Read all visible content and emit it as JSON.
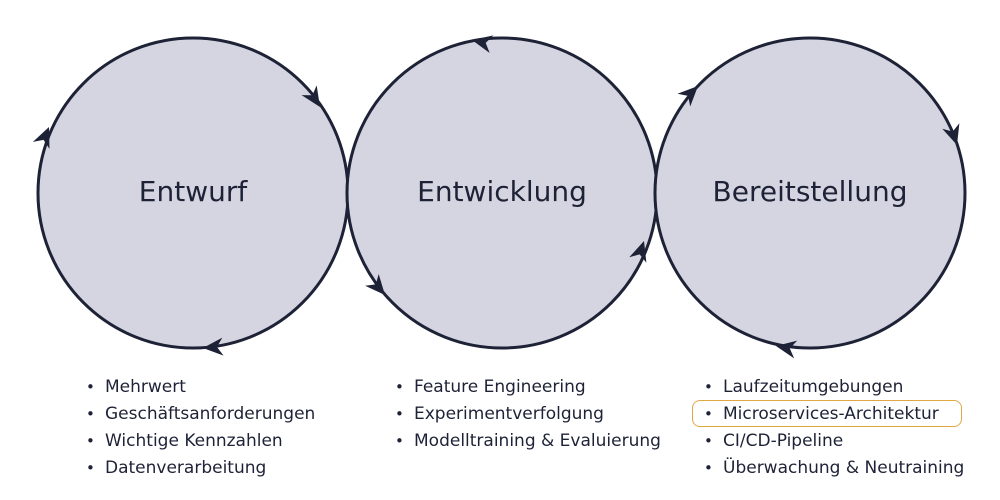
{
  "colors": {
    "circle_fill": "#d4d5e0",
    "circle_stroke": "#1e2236",
    "text": "#1e2236",
    "highlight": "#e0a845"
  },
  "phases": [
    {
      "title": "Entwurf",
      "items": [
        "Mehrwert",
        "Geschäftsanforderungen",
        "Wichtige Kennzahlen",
        "Datenverarbeitung"
      ]
    },
    {
      "title": "Entwicklung",
      "items": [
        "Feature Engineering",
        "Experimentverfolgung",
        "Modelltraining & Evaluierung"
      ]
    },
    {
      "title": "Bereitstellung",
      "items": [
        "Laufzeitumgebungen",
        "Microservices-Architektur",
        "CI/CD-Pipeline",
        "Überwachung & Neutraining"
      ],
      "highlighted_item": "Microservices-Architektur"
    }
  ],
  "bullet_glyph": "•"
}
